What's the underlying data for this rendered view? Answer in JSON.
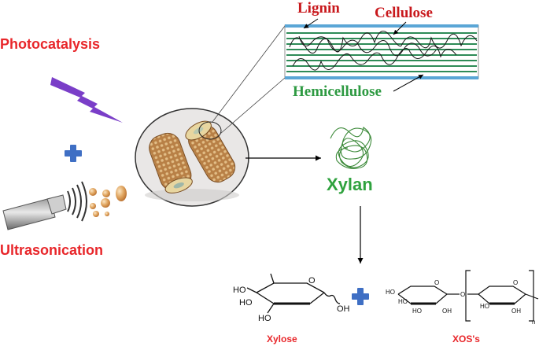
{
  "labels": {
    "photocatalysis": "Photocatalysis",
    "ultrasonication": "Ultrasonication",
    "lignin": "Lignin",
    "cellulose": "Cellulose",
    "hemicellulose": "Hemicellulose",
    "xylan": "Xylan",
    "xylose": "Xylose",
    "xos": "XOS's"
  },
  "chem_labels": {
    "ho": "HO",
    "oh": "OH",
    "o": "O",
    "n": "n"
  },
  "colors": {
    "red_label": "#e8262a",
    "green_label": "#2fa23e",
    "bolt": "#7a3ec8",
    "plus": "#3f6fc4",
    "fiber_blue": "#5aa6d6",
    "fiber_green": "#2e8b57"
  },
  "icons": [
    "lightning-bolt-icon",
    "plus-icon",
    "ultrasonic-probe-icon",
    "corn-cob-image"
  ]
}
